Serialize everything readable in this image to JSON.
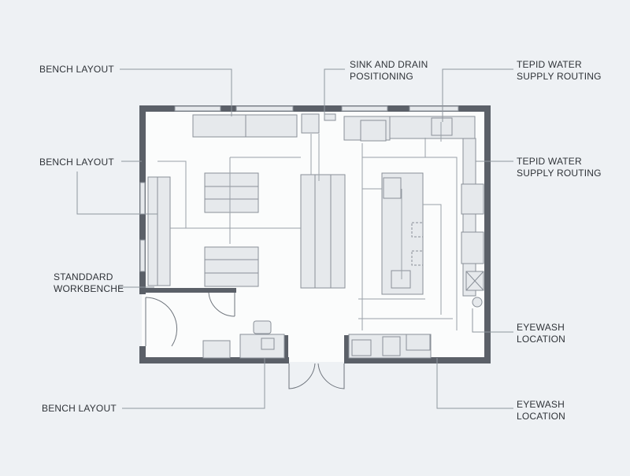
{
  "callouts": {
    "bench_layout_top": "BENCH LAYOUT",
    "bench_layout_mid": "BENCH LAYOUT",
    "standard_workbench_line1": "STANDDARD",
    "standard_workbench_line2": "WORKBENCHE",
    "bench_layout_bottom": "BENCH LAYOUT",
    "sink_drain_line1": "SINK AND DRAIN",
    "sink_drain_line2": "POSITIONING",
    "tepid_top_line1": "TEPID WATER",
    "tepid_top_line2": "SUPPLY ROUTING",
    "tepid_mid_line1": "TEPID WATER",
    "tepid_mid_line2": "SUPPLY ROUTING",
    "eyewash_top_line1": "EYEWASH",
    "eyewash_top_line2": "LOCATION",
    "eyewash_bottom_line1": "EYEWASH",
    "eyewash_bottom_line2": "LOCATION"
  },
  "colors": {
    "background": "#eef1f4",
    "wall": "#5b6068",
    "furniture_fill": "#e6e9ec",
    "line": "#8a9098",
    "leader": "#8f969e"
  }
}
